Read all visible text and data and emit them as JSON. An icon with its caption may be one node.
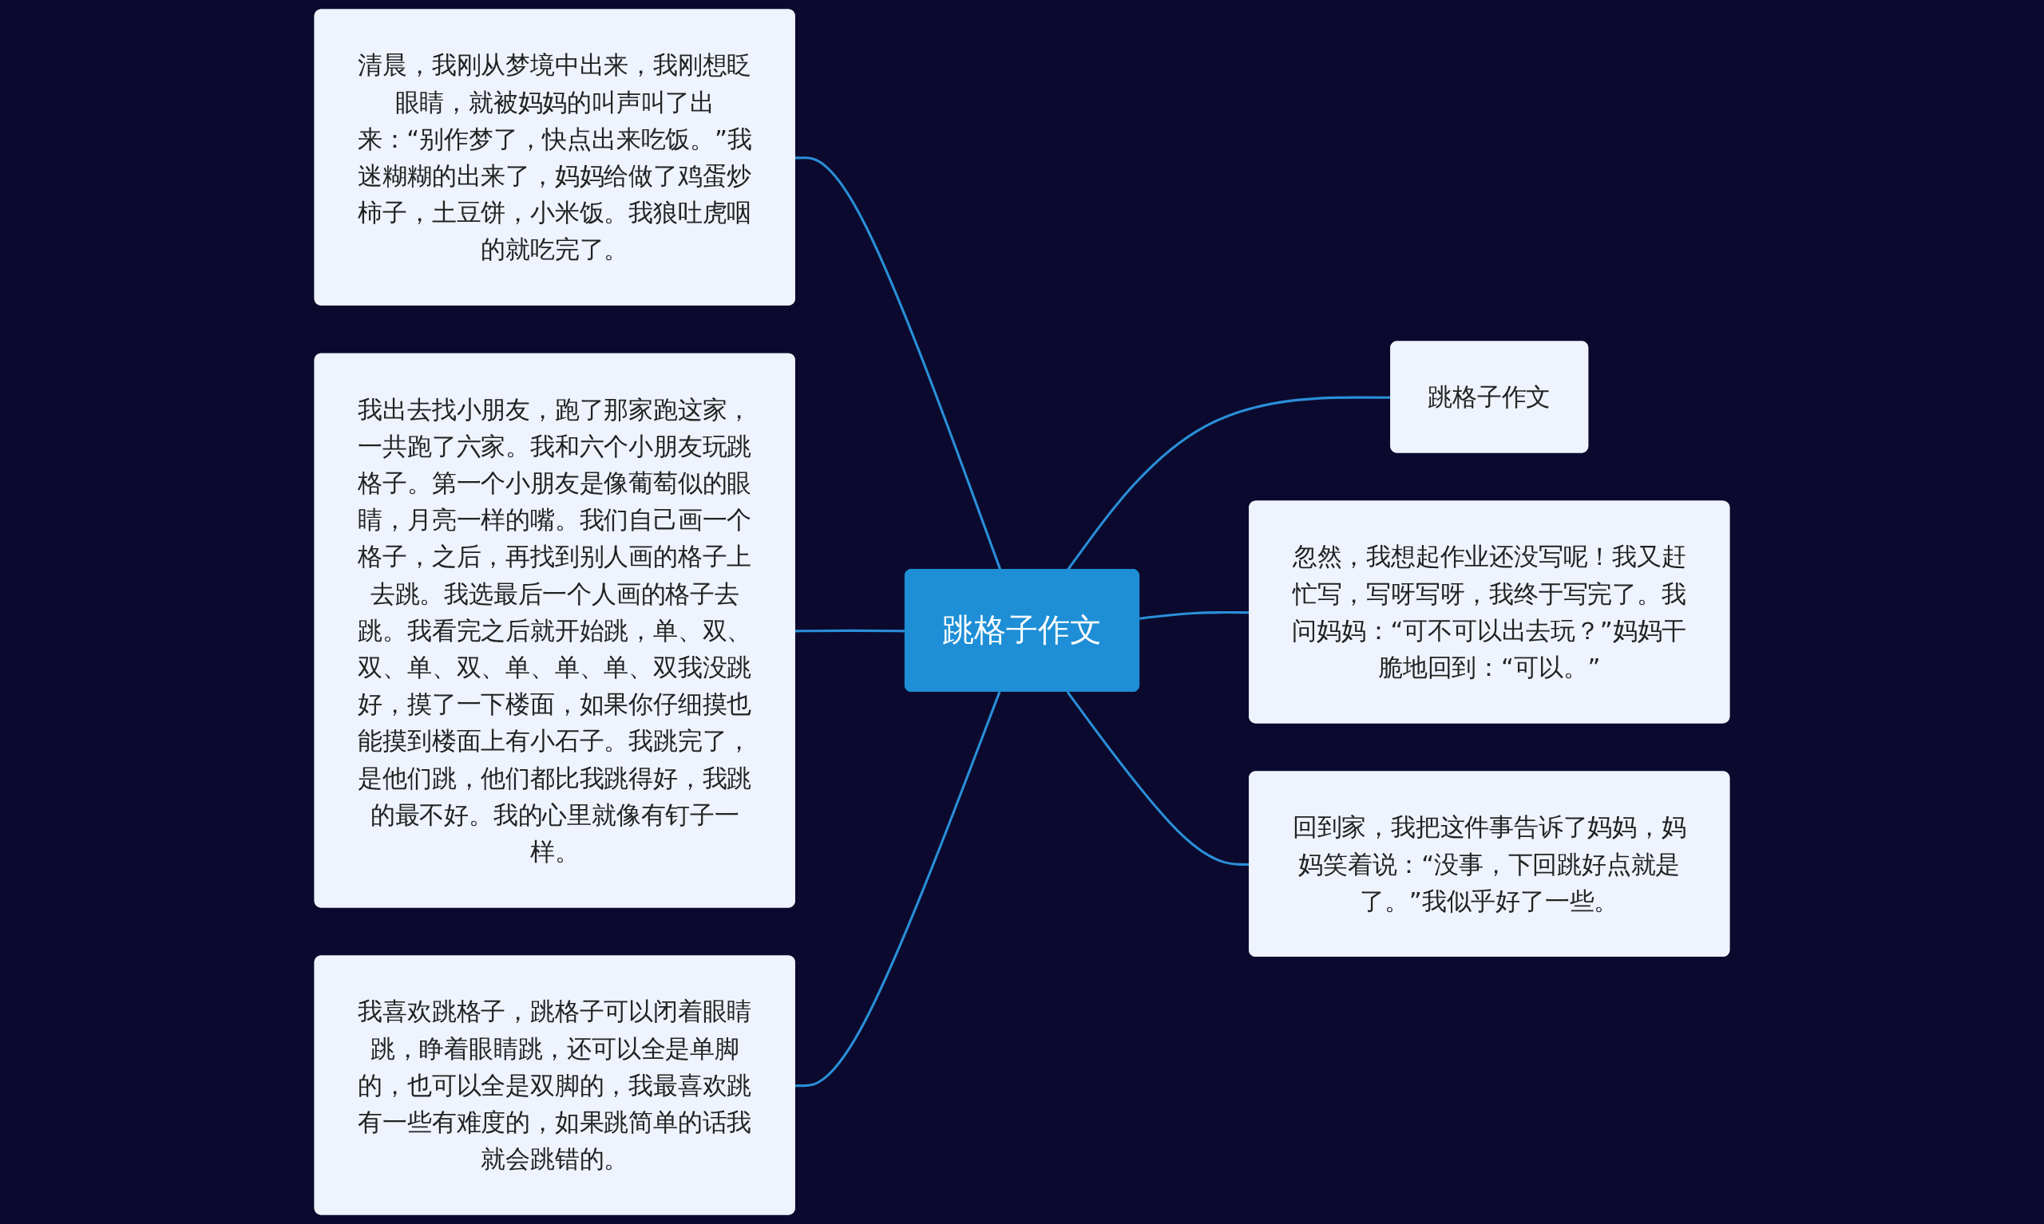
{
  "diagram": {
    "nodes": [
      {
        "text": [
          "跳格子作文"
        ]
      },
      {
        "text": [
          "清晨，我刚从梦境中出来，我刚想眨眼睛，就被妈妈的叫声叫了出来：“别作梦了，快点出来吃饭。”我迷糊糊的出来了，妈妈给做了鸡蛋炒柿子，土豆饼，小米饭。我狼吐虎咽的就吃完了。"
        ]
      },
      {
        "text": [
          "我出去找小朋友，跑了那家跑这家，一共跑了六家。我和六个小朋友玩跳格子。第一个小朋友是像葡萄似的眼睛，月亮一样的嘴。我们自己画一个格子，之后，再找到别人画的格子上去跳。我选最后一个人画的格子去跳。我看完之后就开始跳，单、双、双、单、双、单、单、单、双我没跳好，摸了一下楼面，如果你仔细摸也能摸到楼面上有小石子。我跳完了，是他们跳，他们都比我跳得好，我跳的最不好。我的心里就像有钉子一样。"
        ]
      },
      {
        "text": [
          "我喜欢跳格子，跳格子可以闭着眼睛跳，睁着眼睛跳，还可以全是单脚的，也可以全是双脚的，我最喜欢跳有一些有难度的，如果跳简单的话我就会跳错的。"
        ]
      },
      {
        "text": [
          "跳格子作文"
        ]
      },
      {
        "text": [
          "忽然，我想起作业还没写呢！我又赶忙写，写呀写呀，我终于写完了。我问妈妈：“可不可以出去玩？”妈妈干脆地回到：“可以。”"
        ]
      },
      {
        "text": [
          "回到家，我把这件事告诉了妈妈，妈妈笑着说：“没事，下回跳好点就是了。”我似乎好了一些。"
        ]
      }
    ],
    "edges": [
      {
        "from": 0,
        "to": 1,
        "arrow": "none"
      },
      {
        "from": 0,
        "to": 2,
        "arrow": "none"
      },
      {
        "from": 0,
        "to": 3,
        "arrow": "none"
      },
      {
        "from": 0,
        "to": 4,
        "arrow": "none"
      },
      {
        "from": 0,
        "to": 5,
        "arrow": "none"
      },
      {
        "from": 0,
        "to": 6,
        "arrow": "none"
      }
    ]
  }
}
